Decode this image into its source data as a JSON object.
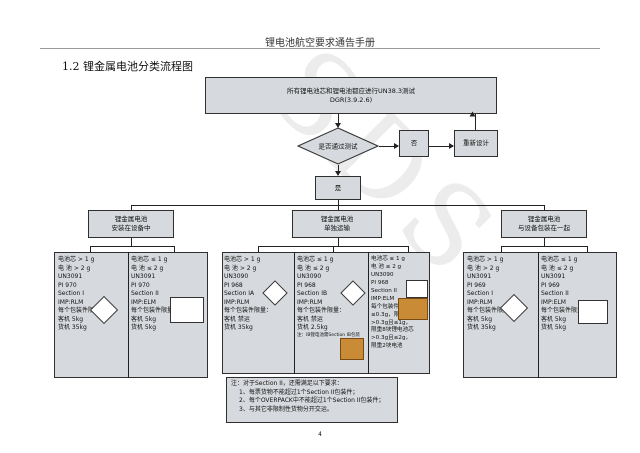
{
  "header": {
    "title": "锂电池航空要求通告手册"
  },
  "section_title": "1.2 锂金属电池分类流程图",
  "top_box": {
    "line1": "所有锂电池芯和锂电池都应进行UN38.3测试",
    "line2": "DGR(3.9.2.6)"
  },
  "decision": {
    "label": "是否通过测试"
  },
  "no_box": {
    "label": "否"
  },
  "redesign_box": {
    "label": "重新设计"
  },
  "yes_box": {
    "label": "是"
  },
  "branches": {
    "left": {
      "line1": "锂金属电池",
      "line2": "安装在设备中"
    },
    "middle": {
      "line1": "锂金属电池",
      "line2": "单独运输"
    },
    "right": {
      "line1": "锂金属电池",
      "line2": "与设备包装在一起"
    }
  },
  "left_panel": {
    "col1": [
      "电池芯 > 1 g",
      "电 池 > 2 g",
      "UN3091",
      "PI 970",
      "Section I",
      "IMP:RLM",
      "每个包装件限量：",
      "客机 5kg",
      "货机 35kg"
    ],
    "col2": [
      "电池芯 ≤ 1 g",
      "电 池 ≤ 2 g",
      "UN3091",
      "PI 970",
      "Section II",
      "IMP:ELM",
      "每个包装件限量：",
      "客机 5kg",
      "货机 5kg"
    ]
  },
  "middle_panel": {
    "col1": [
      "电池芯 > 1 g",
      "电 池 > 2 g",
      "UN3090",
      "PI 968",
      "Section IA",
      "IMP:RLM",
      "每个包装件限量：",
      "客机 禁运",
      "货机 35kg"
    ],
    "col2": [
      "电池芯 ≤ 1 g",
      "电 池 ≤ 2 g",
      "UN3090",
      "PI 968",
      "Section IB",
      "IMP:RLM",
      "每个包装件限量：",
      "客机 禁运",
      "货机 2.5kg",
      "注：IB锂电池需Section IB包装"
    ],
    "col3": [
      "电池芯 ≤ 1 g",
      "电 池 ≤ 2 g",
      "UN3090",
      "PI 968",
      "Section II",
      "IMP:ELM",
      "每个包装件限量：",
      "≤0.3g，限量2.5kg；",
      ">0.3g且≤1g，",
      "限重8块锂电池芯",
      ">0.3g且≤2g，",
      "限重2块电池"
    ]
  },
  "right_panel": {
    "col1": [
      "电池芯 > 1 g",
      "电 池 > 2 g",
      "UN3091",
      "PI 969",
      "Section I",
      "IMP:RLM",
      "每个包装件限量：",
      "客机 5kg",
      "货机 35kg"
    ],
    "col2": [
      "电池芯 ≤ 1 g",
      "电 池 ≤ 2 g",
      "UN3091",
      "PI 969",
      "Section II",
      "IMP:ELM",
      "每个包装件限量：",
      "客机 5kg",
      "货机 5kg"
    ]
  },
  "note": {
    "line1": "注：对于Section II，还需满足以下要求：",
    "line2": "1、每票货物不能超过1个Section II包装件；",
    "line3": "2、每个OVERPACK中不能超过1个Section II包装件；",
    "line4": "3、与其它非限制性货物分开交运。"
  },
  "page_number": "4"
}
